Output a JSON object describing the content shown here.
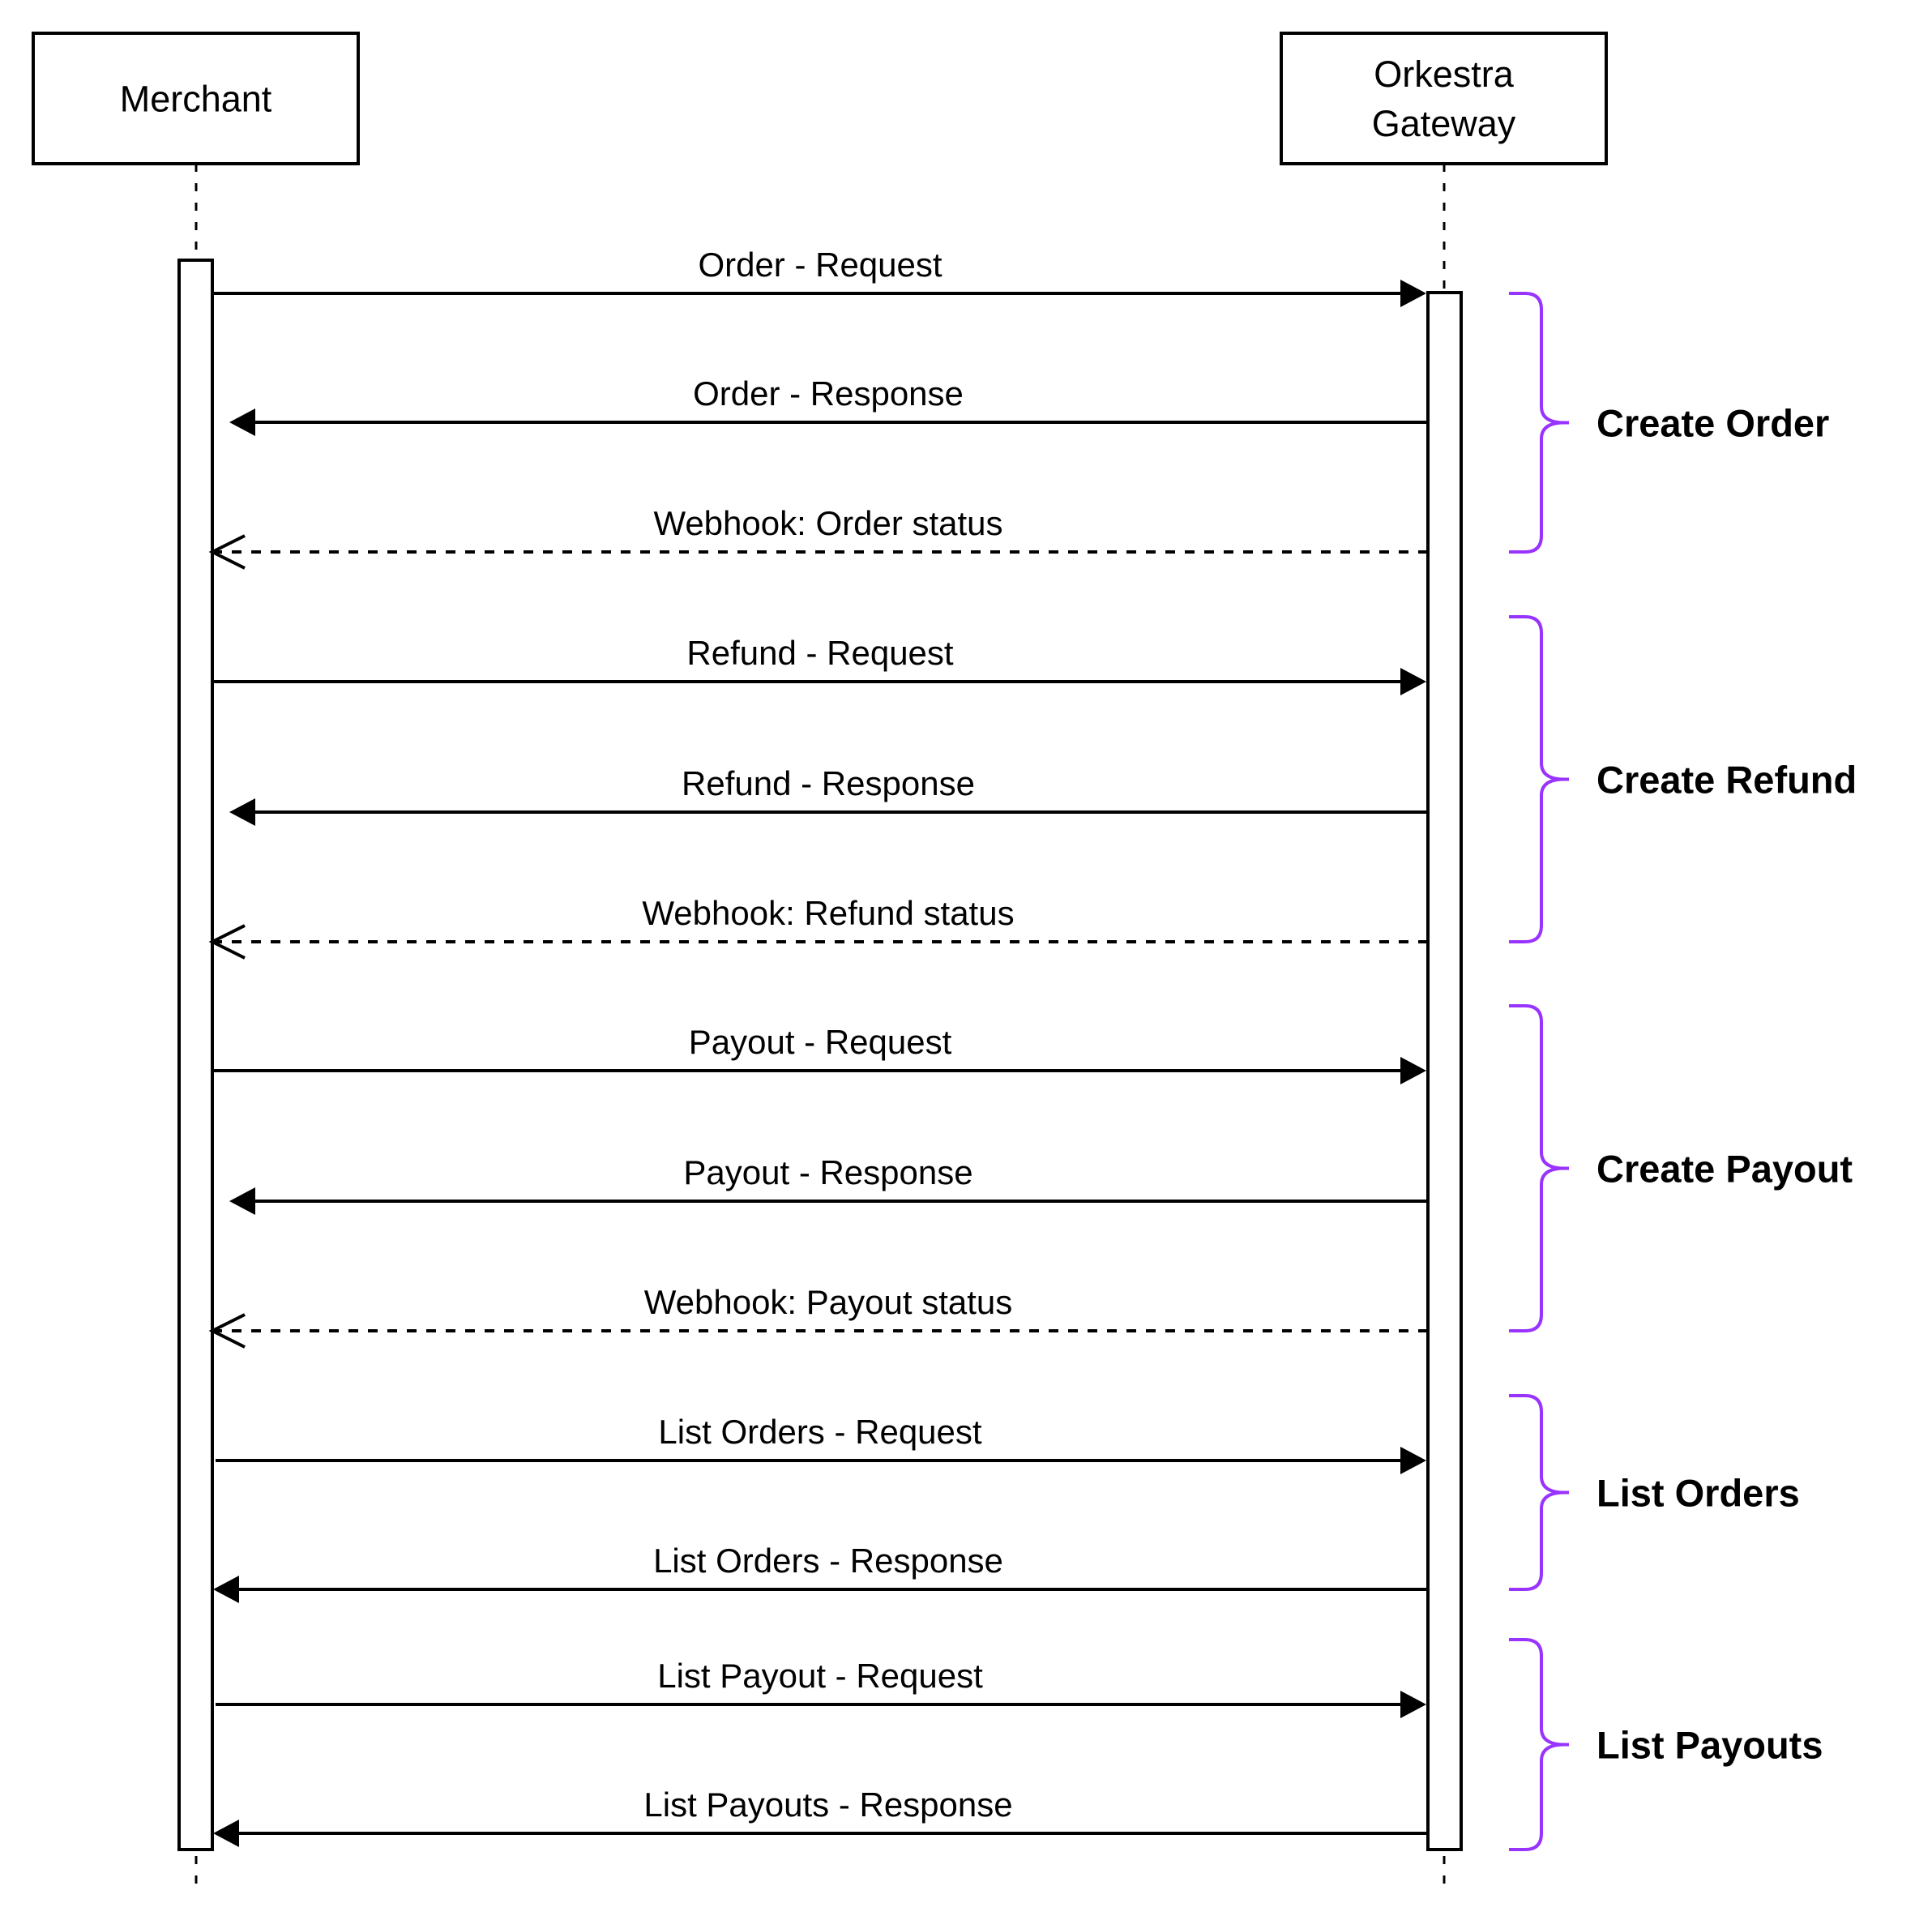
{
  "diagram": {
    "type": "sequence-diagram",
    "colors": {
      "line": "#000000",
      "brace": "#9933FF",
      "background": "#FFFFFF"
    },
    "participants": [
      {
        "id": "merchant",
        "label_lines": [
          "Merchant"
        ]
      },
      {
        "id": "gateway",
        "label_lines": [
          "Orkestra",
          "Gateway"
        ]
      }
    ],
    "messages": [
      {
        "label": "Order - Request",
        "from": "merchant",
        "to": "gateway",
        "style": "solid",
        "head": "filled"
      },
      {
        "label": "Order - Response",
        "from": "gateway",
        "to": "merchant",
        "style": "solid",
        "head": "filled"
      },
      {
        "label": "Webhook: Order status",
        "from": "gateway",
        "to": "merchant",
        "style": "dashed",
        "head": "open"
      },
      {
        "label": "Refund - Request",
        "from": "merchant",
        "to": "gateway",
        "style": "solid",
        "head": "filled"
      },
      {
        "label": "Refund - Response",
        "from": "gateway",
        "to": "merchant",
        "style": "solid",
        "head": "filled"
      },
      {
        "label": "Webhook: Refund status",
        "from": "gateway",
        "to": "merchant",
        "style": "dashed",
        "head": "open"
      },
      {
        "label": "Payout - Request",
        "from": "merchant",
        "to": "gateway",
        "style": "solid",
        "head": "filled"
      },
      {
        "label": "Payout - Response",
        "from": "gateway",
        "to": "merchant",
        "style": "solid",
        "head": "filled"
      },
      {
        "label": "Webhook: Payout status",
        "from": "gateway",
        "to": "merchant",
        "style": "dashed",
        "head": "open"
      },
      {
        "label": "List Orders - Request",
        "from": "merchant",
        "to": "gateway",
        "style": "solid",
        "head": "filled"
      },
      {
        "label": "List Orders - Response",
        "from": "gateway",
        "to": "merchant",
        "style": "solid",
        "head": "filled"
      },
      {
        "label": "List Payout - Request",
        "from": "merchant",
        "to": "gateway",
        "style": "solid",
        "head": "filled"
      },
      {
        "label": "List Payouts - Response",
        "from": "gateway",
        "to": "merchant",
        "style": "solid",
        "head": "filled"
      }
    ],
    "groups": [
      {
        "label": "Create Order",
        "first_message": 0,
        "last_message": 2
      },
      {
        "label": "Create Refund",
        "first_message": 3,
        "last_message": 5
      },
      {
        "label": "Create Payout",
        "first_message": 6,
        "last_message": 8
      },
      {
        "label": "List Orders",
        "first_message": 9,
        "last_message": 10
      },
      {
        "label": "List Payouts",
        "first_message": 11,
        "last_message": 12
      }
    ]
  }
}
